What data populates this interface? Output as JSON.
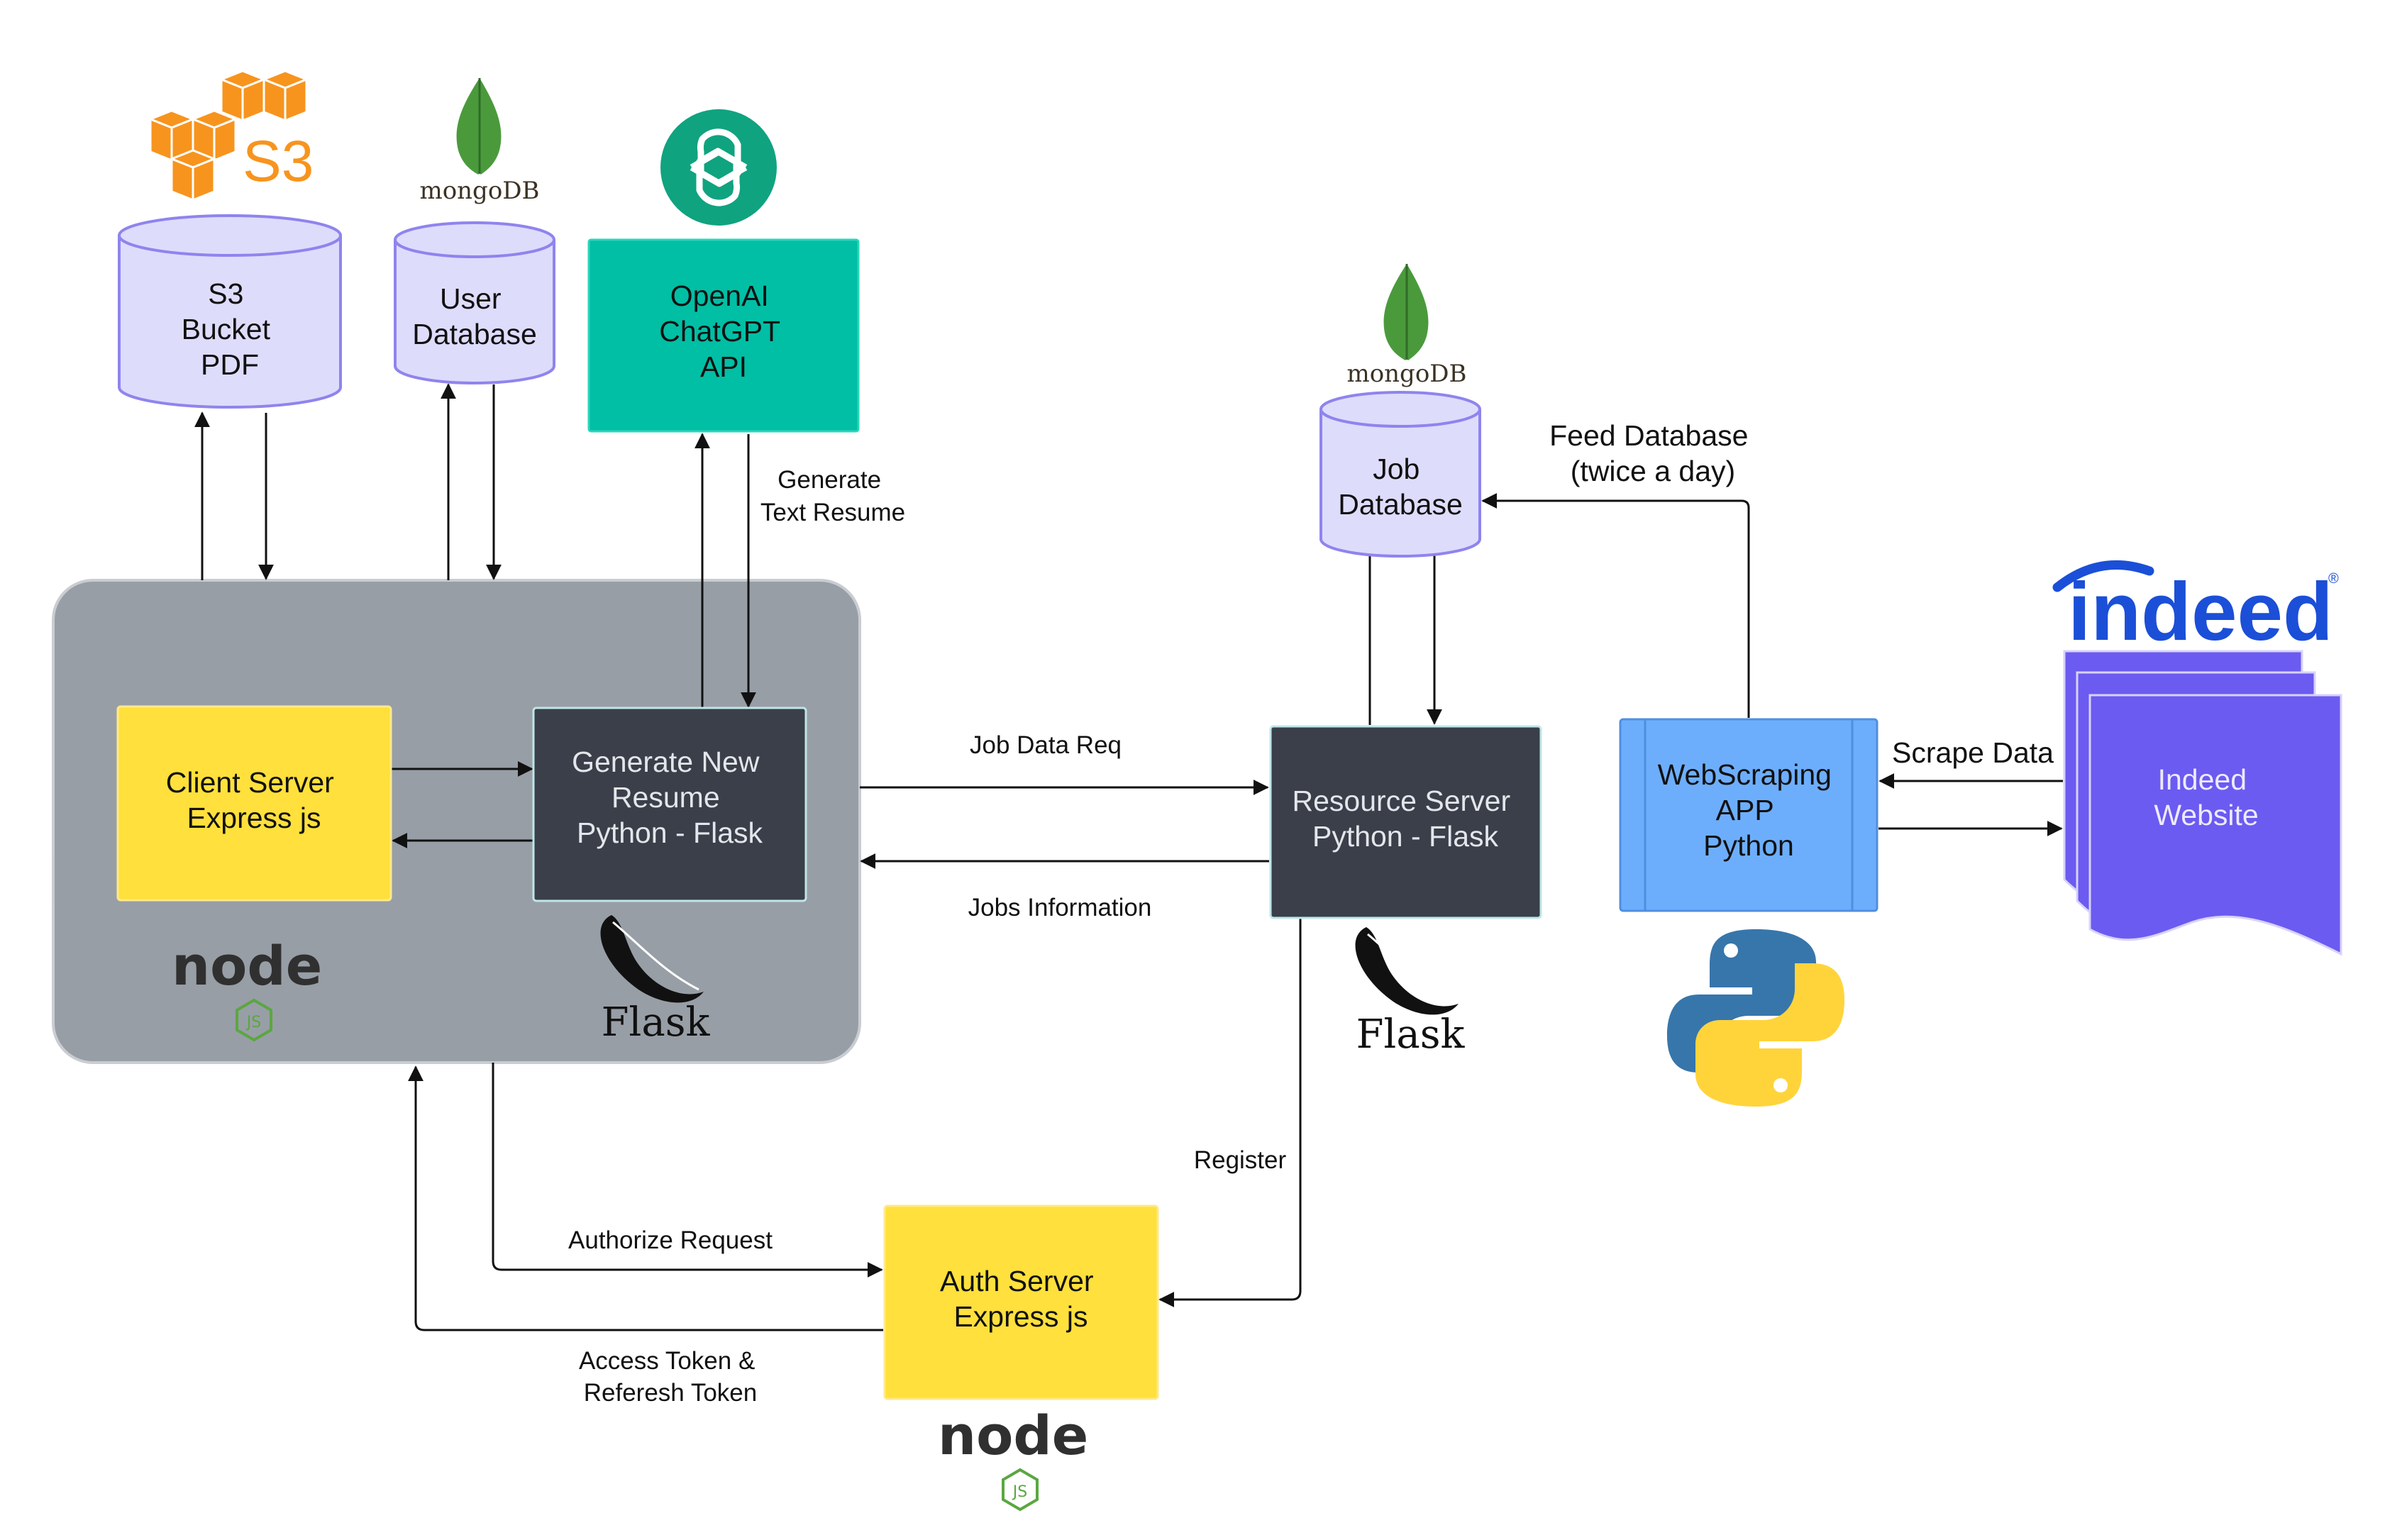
{
  "nodes": {
    "s3_bucket": {
      "lines": [
        "S3",
        "Bucket",
        "PDF"
      ]
    },
    "user_db": {
      "lines": [
        "User",
        "Database"
      ]
    },
    "openai": {
      "lines": [
        "OpenAI",
        "ChatGPT",
        "API"
      ]
    },
    "job_db": {
      "lines": [
        "Job",
        "Database"
      ]
    },
    "client_server": {
      "lines": [
        "Client Server",
        "Express js"
      ]
    },
    "generate_resume": {
      "lines": [
        "Generate New",
        "Resume",
        "Python - Flask"
      ]
    },
    "resource_server": {
      "lines": [
        "Resource Server",
        "Python - Flask"
      ]
    },
    "webscraping": {
      "lines": [
        "WebScraping",
        "APP",
        "Python"
      ]
    },
    "indeed_site": {
      "lines": [
        "Indeed",
        "Website"
      ]
    },
    "auth_server": {
      "lines": [
        "Auth Server",
        "Express js"
      ]
    }
  },
  "edges": {
    "generate_text_resume": {
      "lines": [
        "Generate",
        "Text Resume"
      ]
    },
    "job_data_req": {
      "lines": [
        "Job Data Req"
      ]
    },
    "jobs_information": {
      "lines": [
        "Jobs Information"
      ]
    },
    "feed_database": {
      "lines": [
        "Feed Database",
        "(twice a day)"
      ]
    },
    "scrape_data": {
      "lines": [
        "Scrape Data"
      ]
    },
    "register": {
      "lines": [
        "Register"
      ]
    },
    "authorize_request": {
      "lines": [
        "Authorize Request"
      ]
    },
    "access_token": {
      "lines": [
        "Access Token &",
        "Referesh Token"
      ]
    }
  },
  "logos": {
    "s3": {
      "text": "S3"
    },
    "mongodb_top": {
      "text": "mongoDB"
    },
    "mongodb_job": {
      "text": "mongoDB"
    },
    "indeed": {
      "text": "indeed"
    },
    "flask_generate": {
      "text": "Flask"
    },
    "flask_resource": {
      "text": "Flask"
    },
    "node_client": {
      "text": "node",
      "badge": "JS"
    },
    "node_auth": {
      "text": "node",
      "badge": "JS"
    }
  },
  "colors": {
    "database_fill": "#dedcfb",
    "database_stroke": "#8f84ee",
    "openai_fill": "#00bfa5",
    "server_yellow": "#ffe03c",
    "flask_dark": "#3a3f4a",
    "container_gray": "#989ea6",
    "webscraping_blue": "#6daefc",
    "indeed_purple": "#6b5bf0",
    "aws_orange": "#f7941e",
    "mongo_green": "#4a9a3c",
    "openai_logo": "#10a37f",
    "indeed_blue": "#1b4fd8",
    "node_green": "#5aa741",
    "python_blue": "#3776ab",
    "python_yellow": "#ffd43b"
  }
}
